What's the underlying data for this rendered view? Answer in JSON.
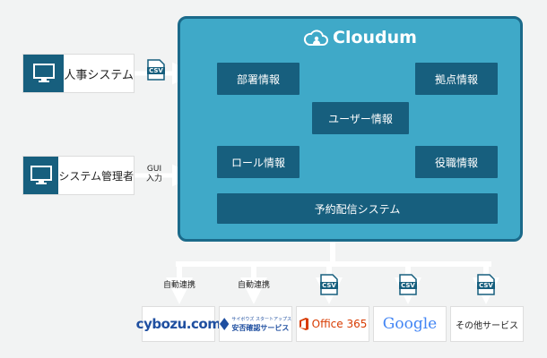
{
  "brand": {
    "name": "Cloudum"
  },
  "sources": [
    {
      "label": "人事システム",
      "tag": "CSV"
    },
    {
      "label": "システム管理者",
      "tag": "GUI\n入力"
    }
  ],
  "nodes": {
    "department": "部署情報",
    "location": "拠点情報",
    "user": "ユーザー情報",
    "role": "ロール情報",
    "position": "役職情報",
    "scheduler": "予約配信システム"
  },
  "outputs": [
    {
      "tag": "自動連携",
      "service": "cybozu.com"
    },
    {
      "tag": "自動連携",
      "service_small": "サイボウズ スタートアップス",
      "service": "安否確認サービス"
    },
    {
      "tag": "CSV",
      "service": "Office 365"
    },
    {
      "tag": "CSV",
      "service": "Google"
    },
    {
      "tag": "CSV",
      "service": "その他サービス"
    }
  ],
  "colors": {
    "panel": "#3fa9c8",
    "panel_border": "#1b6a8a",
    "box": "#175f7e",
    "arrow": "#ffffff",
    "office": "#d83b01"
  }
}
